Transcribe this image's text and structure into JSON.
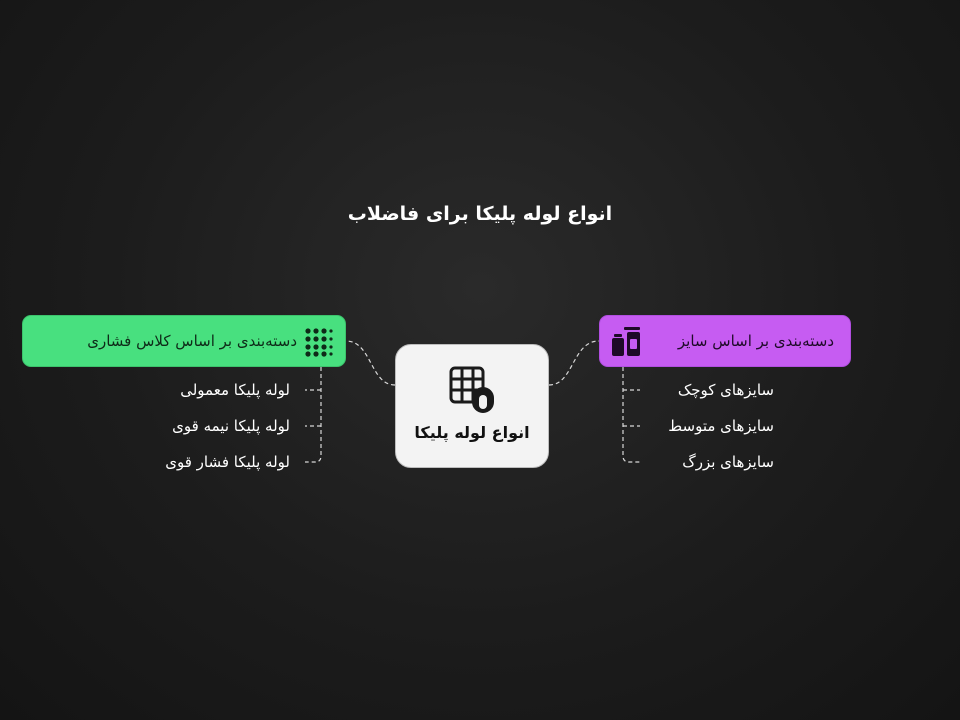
{
  "title": "انواع لوله پلیکا برای فاضلاب",
  "center": {
    "label": "انواع لوله پلیکا",
    "icon": "pipe-grid-icon"
  },
  "branches": {
    "left": {
      "label": "دسته‌بندی بر اساس کلاس فشاری",
      "color": "#48e07f",
      "icon": "dot-grid-icon",
      "items": [
        "لوله پلیکا معمولی",
        "لوله پلیکا نیمه قوی",
        "لوله پلیکا فشار قوی"
      ]
    },
    "right": {
      "label": "دسته‌بندی بر اساس سایز",
      "color": "#c65cf2",
      "icon": "containers-icon",
      "items": [
        "سایزهای کوچک",
        "سایزهای متوسط",
        "سایزهای بزرگ"
      ]
    }
  }
}
